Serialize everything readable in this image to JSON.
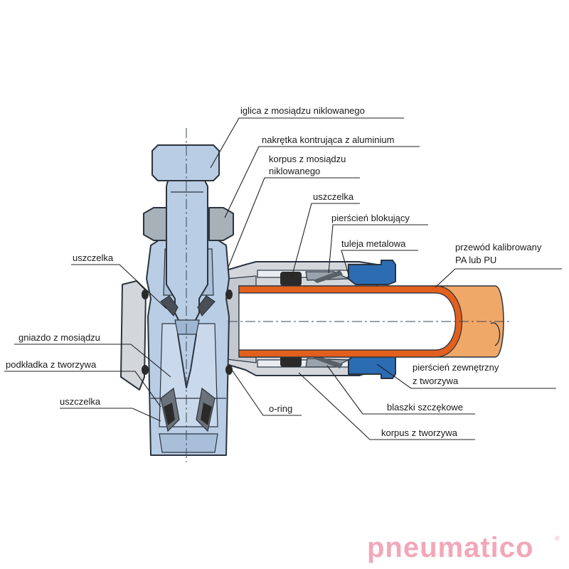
{
  "labels": {
    "needle": "iglica z mosiądzu niklowanego",
    "locknut": "nakrętka kontrująca z aluminium",
    "body_brass_1": "korpus z mosiądzu",
    "body_brass_2": "niklowanego",
    "seal_right": "uszczelka",
    "locking_ring": "pierścień blokujący",
    "metal_sleeve": "tuleja metalowa",
    "tube_1": "przewód kalibrowany",
    "tube_2": "PA lub PU",
    "seal_upper_left": "uszczelka",
    "seat": "gniazdo z mosiądzu",
    "washer": "podkładka z tworzywa",
    "seal_lower_left": "uszczelka",
    "outer_ring_1": "pierścień zewnętrzny",
    "outer_ring_2": "z tworzywa",
    "oring": "o-ring",
    "clamp_plates": "blaszki szczękowe",
    "plastic_body": "korpus z tworzywa"
  },
  "brand": {
    "name_main": "pneumati",
    "name_tail": "co",
    "registered_mark": "®",
    "logo_color": "#f2a7b8"
  },
  "colors": {
    "brass_blue": "#b9cde4",
    "plastic_grey": "#d3d7dc",
    "dark_grey": "#8d949c",
    "tube_orange": "#f0a868",
    "tube_wall": "#e2601d",
    "outer_ring_blue": "#2b6cb3",
    "seal_black": "#2a2a2a"
  }
}
